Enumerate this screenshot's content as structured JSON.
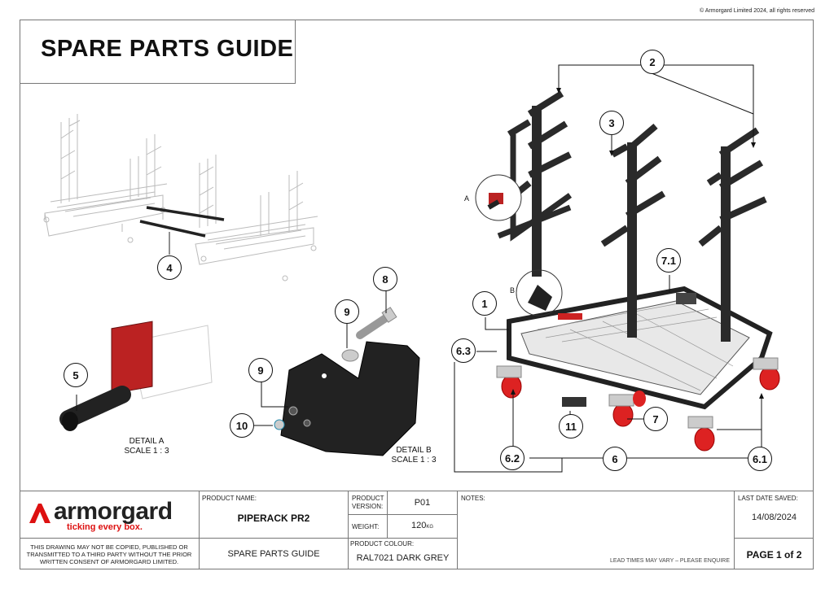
{
  "copyright": "© Armorgard Limited 2024, all rights reserved",
  "title": "SPARE PARTS GUIDE",
  "detail_a": {
    "label": "DETAIL A",
    "scale": "SCALE 1 : 3",
    "marker": "A"
  },
  "detail_b": {
    "label": "DETAIL B",
    "scale": "SCALE 1 : 3",
    "marker": "B"
  },
  "callouts": {
    "c1": "1",
    "c2": "2",
    "c3": "3",
    "c4": "4",
    "c5": "5",
    "c6": "6",
    "c61": "6.1",
    "c62": "6.2",
    "c63": "6.3",
    "c7": "7",
    "c71": "7.1",
    "c8": "8",
    "c9a": "9",
    "c9b": "9",
    "c10": "10",
    "c11": "11"
  },
  "title_block": {
    "brand": "armorgard",
    "tagline": "ticking every box.",
    "disclaimer": "THIS DRAWING MAY NOT BE COPIED, PUBLISHED OR TRANSMITTED TO A THIRD PARTY WITHOUT THE PRIOR WRITTEN CONSENT OF ARMORGARD LIMITED.",
    "product_name_label": "PRODUCT NAME:",
    "product_name": "PIPERACK PR2",
    "doc_type": "SPARE PARTS GUIDE",
    "product_version_label": "PRODUCT VERSION:",
    "product_version": "P01",
    "weight_label": "WEIGHT:",
    "weight": "120",
    "weight_unit": "KG",
    "product_colour_label": "PRODUCT COLOUR:",
    "product_colour": "RAL7021  DARK GREY",
    "notes_label": "NOTES:",
    "lead_times": "LEAD TIMES MAY VARY – PLEASE ENQUIRE",
    "last_saved_label": "LAST DATE SAVED:",
    "last_saved": "14/08/2024",
    "page": "PAGE 1 of 2"
  }
}
